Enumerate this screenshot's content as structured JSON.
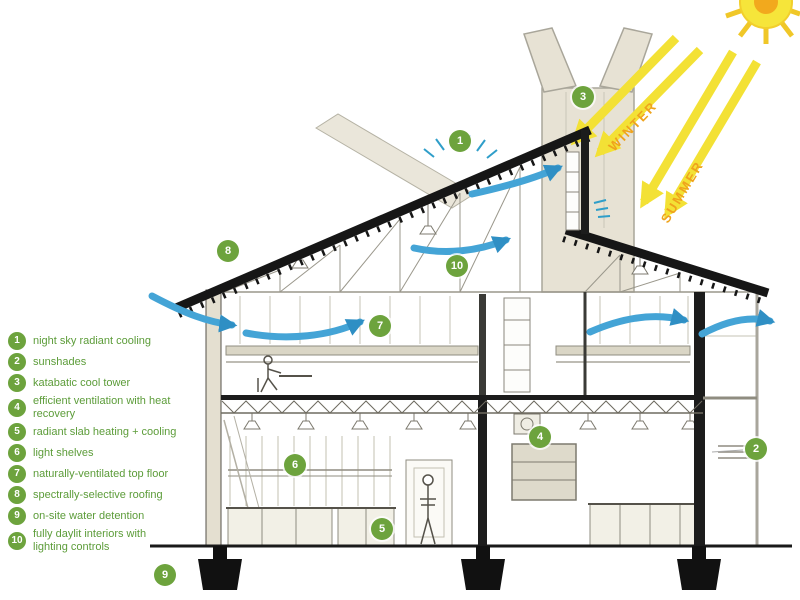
{
  "legend": {
    "items": [
      {
        "num": "1",
        "label": "night sky radiant cooling"
      },
      {
        "num": "2",
        "label": "sunshades"
      },
      {
        "num": "3",
        "label": "katabatic cool tower"
      },
      {
        "num": "4",
        "label": "efficient ventilation with heat recovery"
      },
      {
        "num": "5",
        "label": "radiant slab heating + cooling"
      },
      {
        "num": "6",
        "label": "light shelves"
      },
      {
        "num": "7",
        "label": "naturally-ventilated top floor"
      },
      {
        "num": "8",
        "label": "spectrally-selective roofing"
      },
      {
        "num": "9",
        "label": "on-site water detention"
      },
      {
        "num": "10",
        "label": "fully daylit interiors with lighting controls"
      }
    ]
  },
  "annotations": {
    "winter": "WINTER",
    "summer": "SUMMER"
  },
  "colors": {
    "badge_green": "#6da33d",
    "legend_text_green": "#5c9c39",
    "sun_yellow": "#f5e636",
    "sun_core_orange": "#f2a91d",
    "season_label_orange": "#efa31c",
    "airflow_blue": "#3f9fd0",
    "wall_beige": "#e4dfd0",
    "structure_black": "#1c1c1c"
  }
}
